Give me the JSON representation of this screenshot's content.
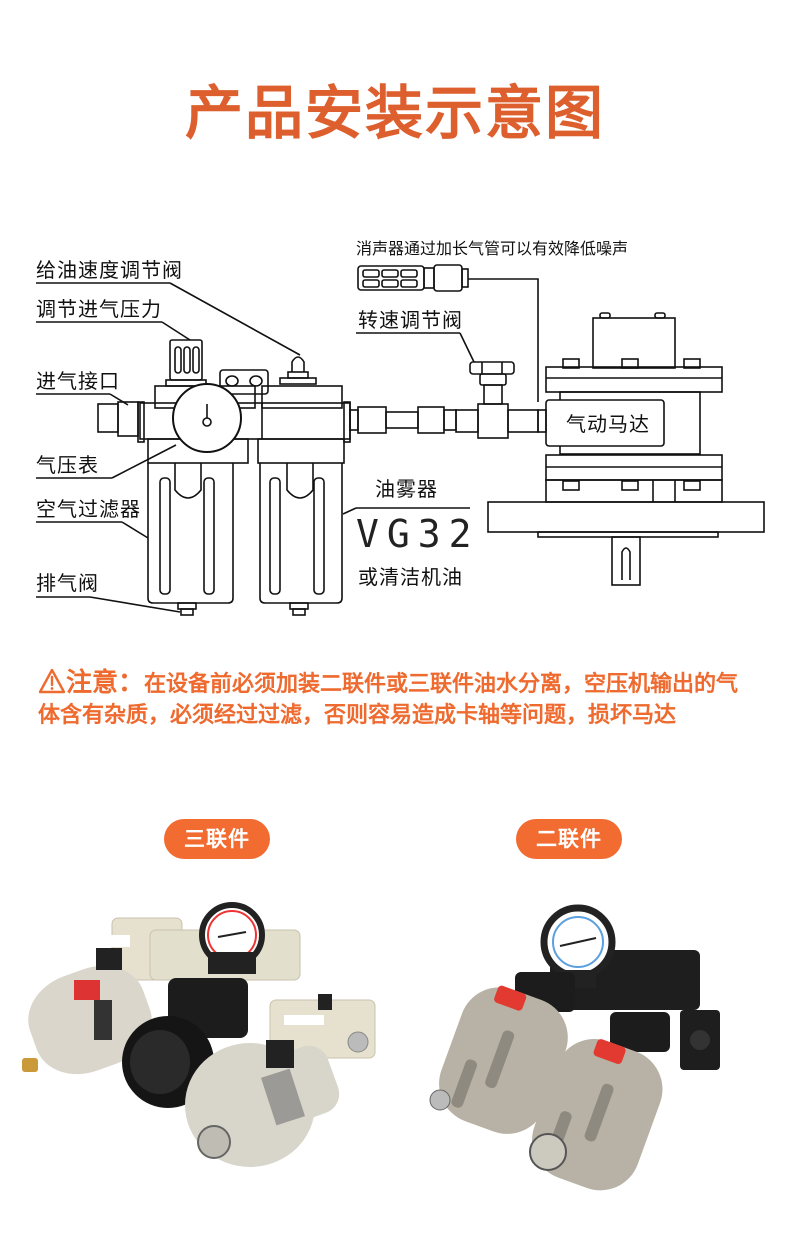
{
  "colors": {
    "title": "#dd5f2e",
    "warning": "#ee6a2f",
    "pill_bg": "#f26b30",
    "pill_text": "#ffffff",
    "line": "#111111",
    "silver": "#d9d6cc",
    "beige": "#e6e1cf",
    "black": "#1a1a1a",
    "gray_body": "#b9b3a6",
    "red_accent": "#e23a30"
  },
  "header": {
    "title": "产品安装示意图"
  },
  "diagram": {
    "labels": {
      "oil_speed_valve": "给油速度调节阀",
      "adjust_inlet_pressure": "调节进气压力",
      "air_inlet": "进气接口",
      "pressure_gauge": "气压表",
      "air_filter": "空气过滤器",
      "drain_valve": "排气阀",
      "muffler_note": "消声器通过加长气管可以有效降低噪声",
      "speed_valve": "转速调节阀",
      "pneumatic_motor": "气动马达",
      "lubricator": "油雾器",
      "oil_grade": "VG32",
      "oil_alt": "或清洁机油"
    }
  },
  "warning": {
    "icon": "warning-triangle-icon",
    "heading": "注意：",
    "text": "在设备前必须加装二联件或三联件油水分离，空压机输出的气体含有杂质，必须经过过滤，否则容易造成卡轴等问题，损坏马达"
  },
  "products": [
    {
      "label": "三联件",
      "image": "three-unit-frl-photo"
    },
    {
      "label": "二联件",
      "image": "two-unit-frl-photo"
    }
  ]
}
